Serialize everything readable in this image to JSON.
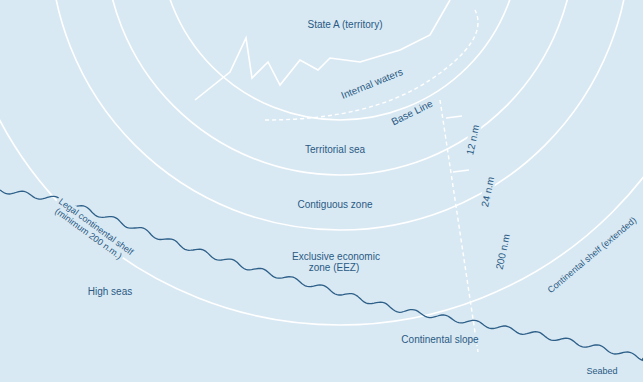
{
  "diagram": {
    "labels": [
      "State A (territory)",
      "Internal waters",
      "Base Line",
      "12 n.m",
      "24 n.m",
      "200 n.m",
      "Territorial sea",
      "Contiguous zone",
      "Exclusive economic zone (EEZ)",
      "Legal continental shelf (minimum 200 n.m.)",
      "High seas",
      "Continental slope",
      "Continental shelf (extended)",
      "Seabed"
    ]
  }
}
